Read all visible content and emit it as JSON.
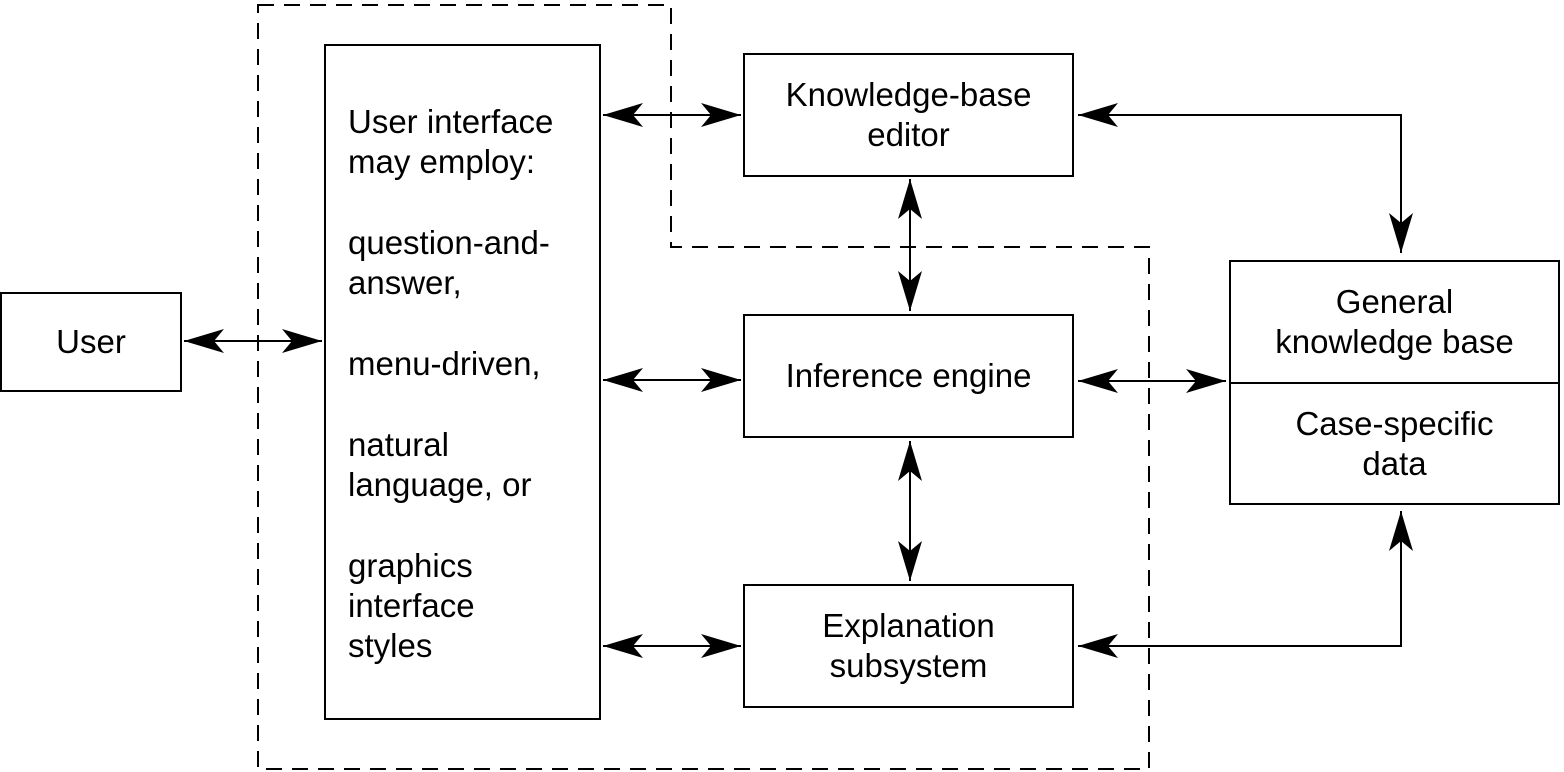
{
  "diagram": {
    "type": "expert-system-architecture",
    "nodes": {
      "user": {
        "label": "User"
      },
      "user_interface": {
        "heading": "User interface\nmay employ:",
        "styles": [
          "question-and-\nanswer,",
          "menu-driven,",
          "natural\nlanguage, or",
          "graphics\ninterface\nstyles"
        ]
      },
      "kb_editor": {
        "label": "Knowledge-base\neditor"
      },
      "inference_engine": {
        "label": "Inference engine"
      },
      "explanation": {
        "label": "Explanation\nsubsystem"
      },
      "knowledge_base": {
        "top_label": "General\nknowledge base",
        "bottom_label": "Case-specific\ndata"
      }
    },
    "edges": [
      {
        "from": "user",
        "to": "user_interface",
        "direction": "bidirectional"
      },
      {
        "from": "user_interface",
        "to": "kb_editor",
        "direction": "bidirectional"
      },
      {
        "from": "user_interface",
        "to": "inference_engine",
        "direction": "bidirectional"
      },
      {
        "from": "user_interface",
        "to": "explanation",
        "direction": "bidirectional"
      },
      {
        "from": "kb_editor",
        "to": "inference_engine",
        "direction": "bidirectional"
      },
      {
        "from": "inference_engine",
        "to": "explanation",
        "direction": "bidirectional"
      },
      {
        "from": "kb_editor",
        "to": "knowledge_base",
        "direction": "bidirectional"
      },
      {
        "from": "inference_engine",
        "to": "knowledge_base",
        "direction": "bidirectional"
      },
      {
        "from": "knowledge_base",
        "to": "explanation",
        "direction": "bidirectional"
      }
    ],
    "groups": [
      {
        "name": "expert-system-shell",
        "style": "dashed",
        "members": [
          "user_interface",
          "inference_engine",
          "explanation"
        ]
      }
    ]
  }
}
